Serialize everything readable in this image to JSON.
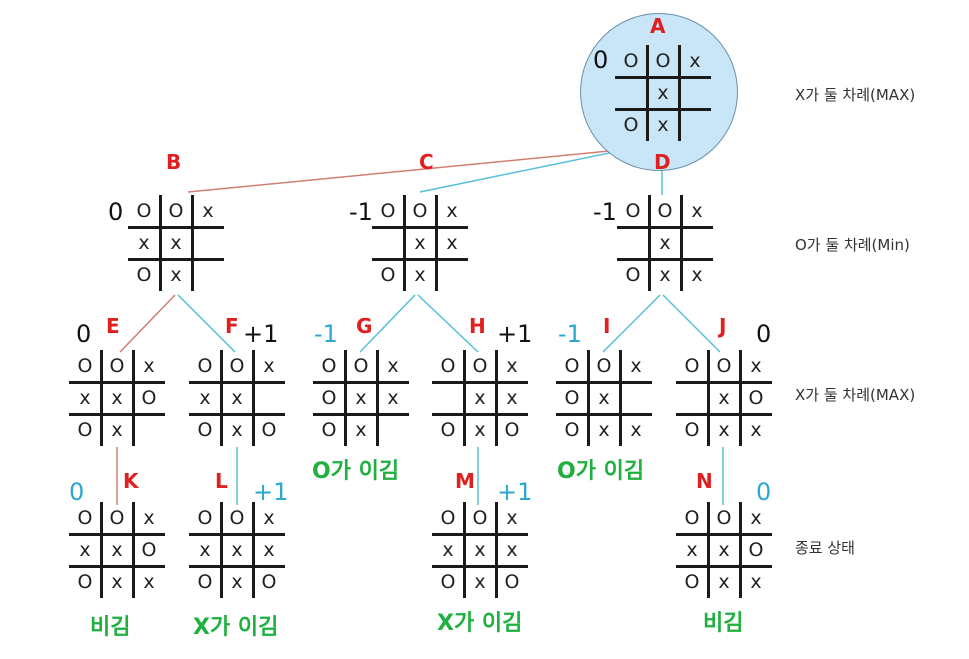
{
  "labels": {
    "A": "A",
    "B": "B",
    "C": "C",
    "D": "D",
    "E": "E",
    "F": "F",
    "G": "G",
    "H": "H",
    "I": "I",
    "J": "J",
    "K": "K",
    "L": "L",
    "M": "M",
    "N": "N"
  },
  "scores": {
    "A": "0",
    "B": "0",
    "C": "-1",
    "D": "-1",
    "E": "0",
    "F": "+1",
    "G": "-1",
    "H": "+1",
    "I": "-1",
    "J": "0",
    "K": "0",
    "L": "+1",
    "M": "+1",
    "N": "0"
  },
  "boards": {
    "A": [
      "O",
      "O",
      "x",
      "",
      "x",
      "",
      "O",
      "x",
      ""
    ],
    "B": [
      "O",
      "O",
      "x",
      "x",
      "x",
      "",
      "O",
      "x",
      ""
    ],
    "C": [
      "O",
      "O",
      "x",
      "",
      "x",
      "x",
      "O",
      "x",
      ""
    ],
    "D": [
      "O",
      "O",
      "x",
      "",
      "x",
      "",
      "O",
      "x",
      "x"
    ],
    "E": [
      "O",
      "O",
      "x",
      "x",
      "x",
      "O",
      "O",
      "x",
      ""
    ],
    "F": [
      "O",
      "O",
      "x",
      "x",
      "x",
      "",
      "O",
      "x",
      "O"
    ],
    "G": [
      "O",
      "O",
      "x",
      "O",
      "x",
      "x",
      "O",
      "x",
      ""
    ],
    "H": [
      "O",
      "O",
      "x",
      "",
      "x",
      "x",
      "O",
      "x",
      "O"
    ],
    "I": [
      "O",
      "O",
      "x",
      "O",
      "x",
      "",
      "O",
      "x",
      "x"
    ],
    "J": [
      "O",
      "O",
      "x",
      "",
      "x",
      "O",
      "O",
      "x",
      "x"
    ],
    "K": [
      "O",
      "O",
      "x",
      "x",
      "x",
      "O",
      "O",
      "x",
      "x"
    ],
    "L": [
      "O",
      "O",
      "x",
      "x",
      "x",
      "x",
      "O",
      "x",
      "O"
    ],
    "M": [
      "O",
      "O",
      "x",
      "x",
      "x",
      "x",
      "O",
      "x",
      "O"
    ],
    "N": [
      "O",
      "O",
      "x",
      "x",
      "x",
      "O",
      "O",
      "x",
      "x"
    ]
  },
  "results": {
    "G": "O가 이김",
    "I": "O가 이김",
    "K": "비김",
    "L": "X가 이김",
    "M": "X가 이김",
    "N": "비김"
  },
  "levels": [
    "X가 둘 차례(MAX)",
    "O가 둘 차례(Min)",
    "X가 둘 차례(MAX)",
    "종료 상태"
  ],
  "colors": {
    "label": "#e02020",
    "score_dark": "#111111",
    "score_cyan": "#2aa8d0",
    "edge_red": "#d08070",
    "edge_cyan": "#55c0d8",
    "result_green": "#20b040",
    "root_fill": "#c8e6f8"
  }
}
